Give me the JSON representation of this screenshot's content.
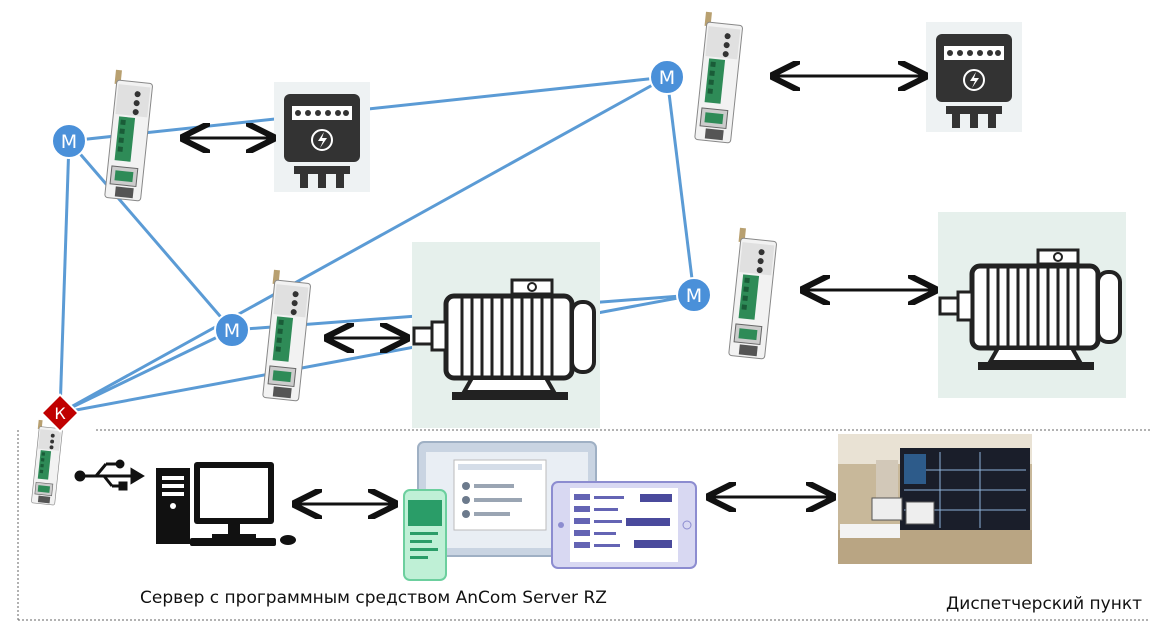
{
  "diagram": {
    "server_caption": "Сервер с программным средством AnCom Server RZ",
    "dispatch_caption": "Диспетчерский пункт",
    "mesh_node_letter": "M",
    "coordinator_letter": "К"
  },
  "colors": {
    "link_line": "#5b9bd5",
    "mesh_node_fill": "#4a90d9",
    "coordinator_fill": "#c00000",
    "motor_bg": "#e6f0ec",
    "meter_bg": "#eef2f3"
  },
  "icons": [
    "modem-icon",
    "electric-meter-icon",
    "electric-motor-icon",
    "usb-icon",
    "desktop-computer-icon",
    "laptop-icon",
    "phone-icon",
    "tablet-icon",
    "control-room-photo",
    "double-arrow-icon"
  ]
}
